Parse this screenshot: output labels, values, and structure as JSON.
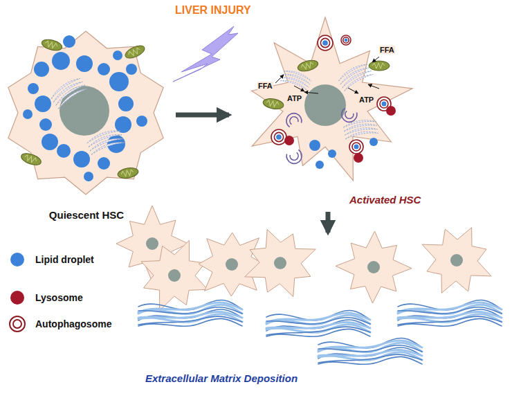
{
  "diagram": {
    "nodes": [
      {
        "text": [
          "Quiescent HSC"
        ]
      },
      {
        "text": [
          "Activated HSC"
        ]
      },
      {
        "text": [
          "Extracellular Matrix Deposition"
        ]
      }
    ],
    "edges": [
      {
        "from": 0,
        "to": 1,
        "arrow": "to"
      },
      {
        "from": 1,
        "to": 2,
        "arrow": "to"
      }
    ],
    "labels": [
      "LIVER INJURY",
      "FFA",
      "FFA",
      "ATP",
      "ATP"
    ],
    "legend": [
      {
        "text": "Lipid droplet",
        "color": "#3b82d8"
      },
      {
        "text": "Lysosome",
        "color": "#a3182a"
      },
      {
        "text": "Autophagosome"
      }
    ]
  }
}
